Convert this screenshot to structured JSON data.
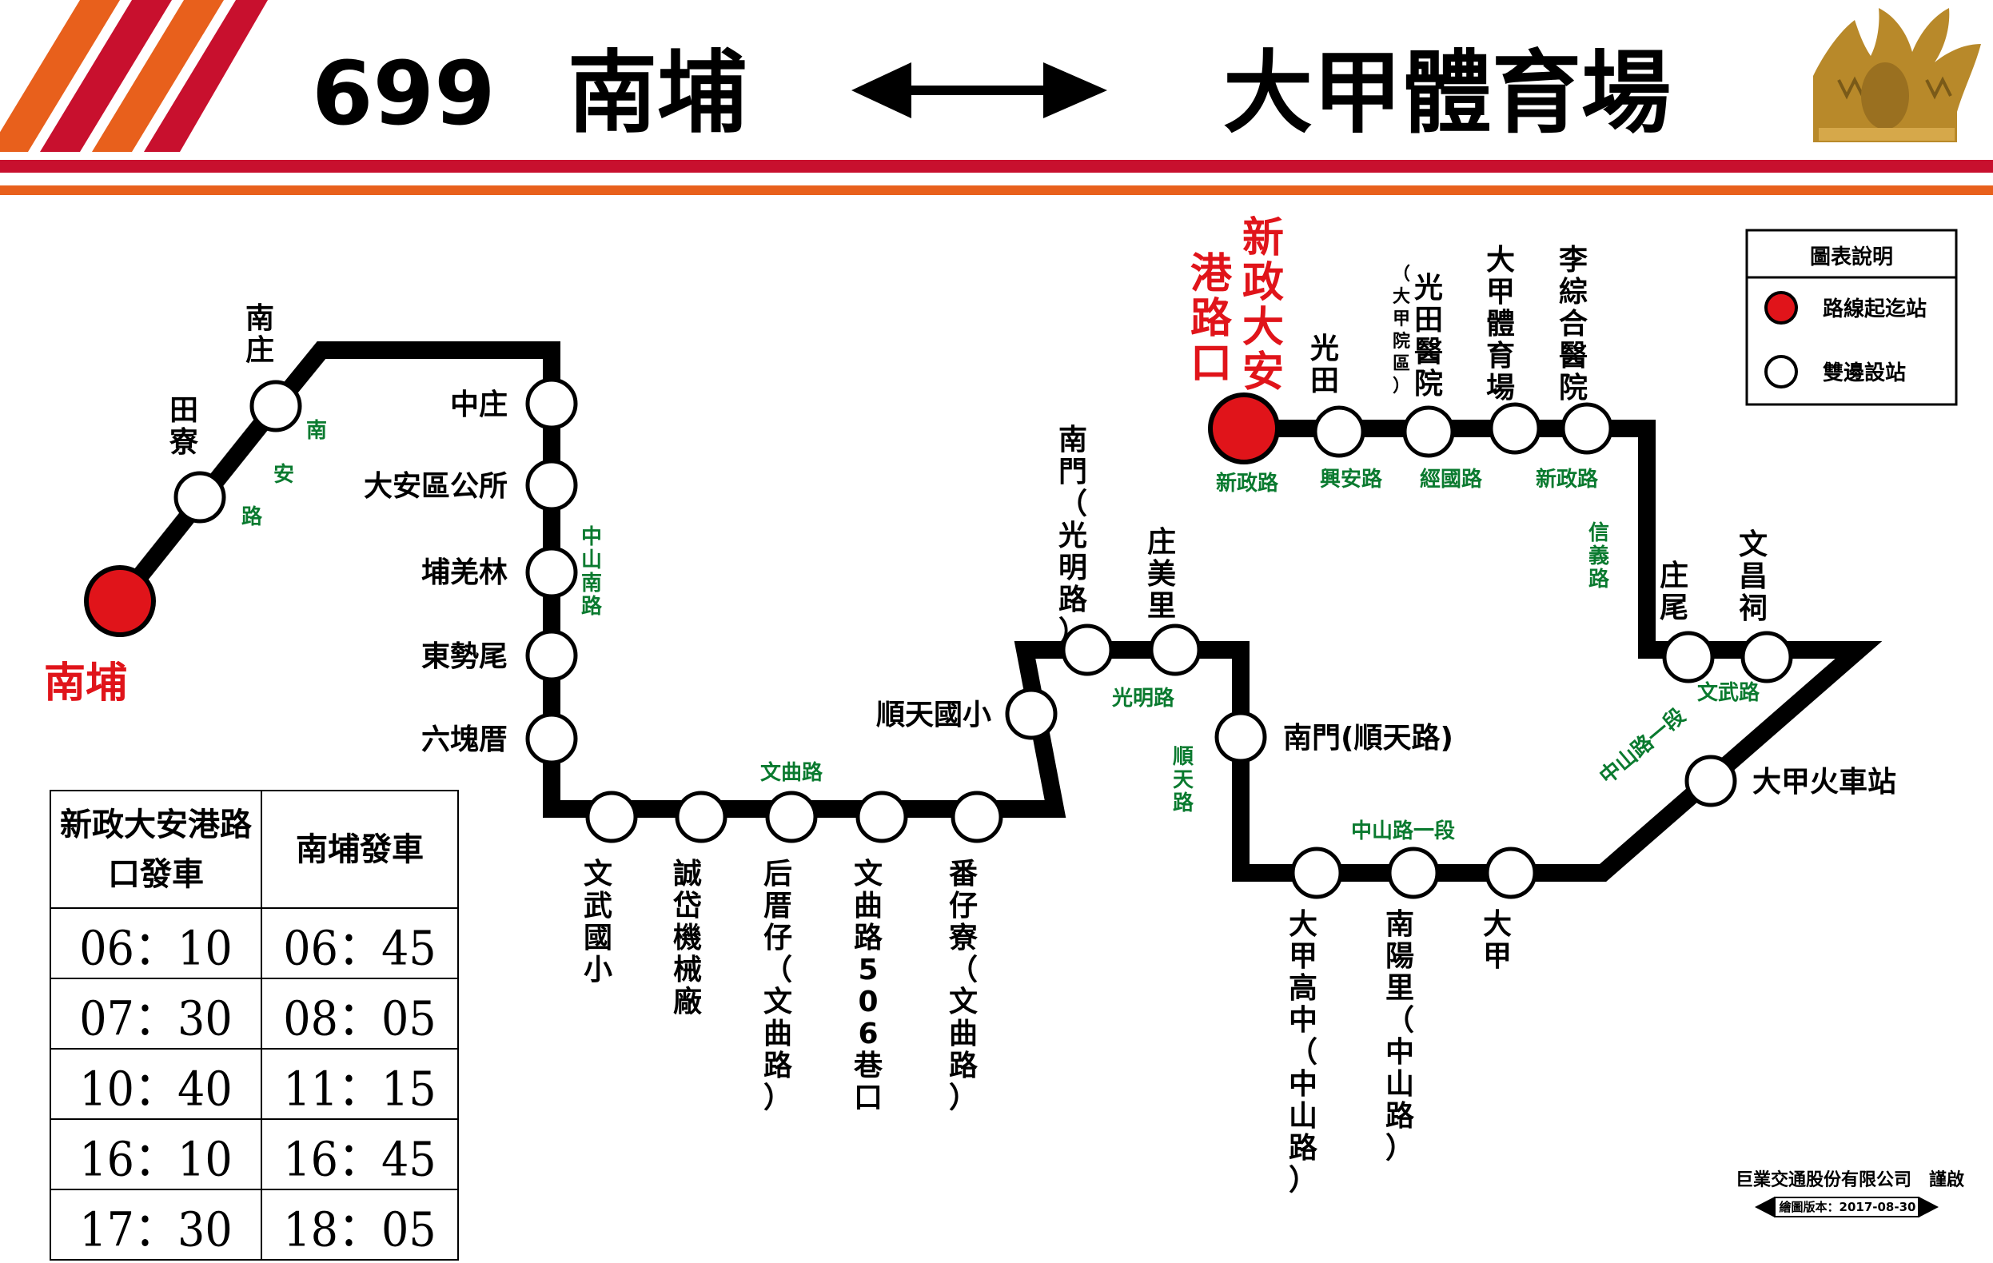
{
  "header": {
    "route_number": "699",
    "origin": "南埔",
    "destination": "大甲體育場"
  },
  "terminals": {
    "start": "南埔",
    "end": "新政大安港路口"
  },
  "stations": {
    "s1": "田寮",
    "s2": "南庄",
    "s3": "中庄",
    "s4": "大安區公所",
    "s5": "埔羌林",
    "s6": "東勢尾",
    "s7": "六塊厝",
    "s8": "文武國小",
    "s9": "誠岱機械廠",
    "s10": "后厝仔（文曲路）",
    "s11": "文曲路506巷口",
    "s12": "番仔寮（文曲路）",
    "s13": "順天國小",
    "s14": "南門（光明路）",
    "s15": "庄美里",
    "s16": "南門(順天路)",
    "s17": "大甲高中（中山路）",
    "s18": "南陽里（中山路）",
    "s19": "大甲",
    "s20": "大甲火車站",
    "s21": "庄尾",
    "s22": "文昌祠",
    "s23": "李綜合醫院",
    "s24": "大甲體育場",
    "s25": "光田醫院",
    "s25_sub": "（大甲院區）",
    "s26": "光田"
  },
  "roads": {
    "r1": "南",
    "r2": "安",
    "r3": "路",
    "r4": "中山南路",
    "r5": "文曲路",
    "r6": "光明路",
    "r7": "順天路",
    "r8": "中山路一段",
    "r9": "中山路一段",
    "r10": "文武路",
    "r11": "信義路",
    "r12": "新政路",
    "r13": "經國路",
    "r14": "興安路",
    "r15": "新政路"
  },
  "legend": {
    "title": "圖表說明",
    "terminal_label": "路線起迄站",
    "stop_label": "雙邊設站",
    "terminal_color": "#e0141a",
    "stop_color": "#ffffff"
  },
  "timetable": {
    "headers": [
      "新政大安港路口發車",
      "南埔發車"
    ],
    "rows": [
      [
        "06：10",
        "06：45"
      ],
      [
        "07：30",
        "08：05"
      ],
      [
        "10：40",
        "11：15"
      ],
      [
        "16：10",
        "16：45"
      ],
      [
        "17：30",
        "18：05"
      ]
    ]
  },
  "credit": {
    "company": "巨業交通股份有限公司　謹啟",
    "version": "繪圖版本：2017-08-30"
  },
  "colors": {
    "stripe_red": "#c8102e",
    "stripe_orange": "#e8601c",
    "road_green": "#0a7a2f",
    "logo_gold": "#b8892a"
  },
  "icons": {
    "logo": "golden-eagle-emblem-icon",
    "arrow": "double-arrow-icon"
  }
}
